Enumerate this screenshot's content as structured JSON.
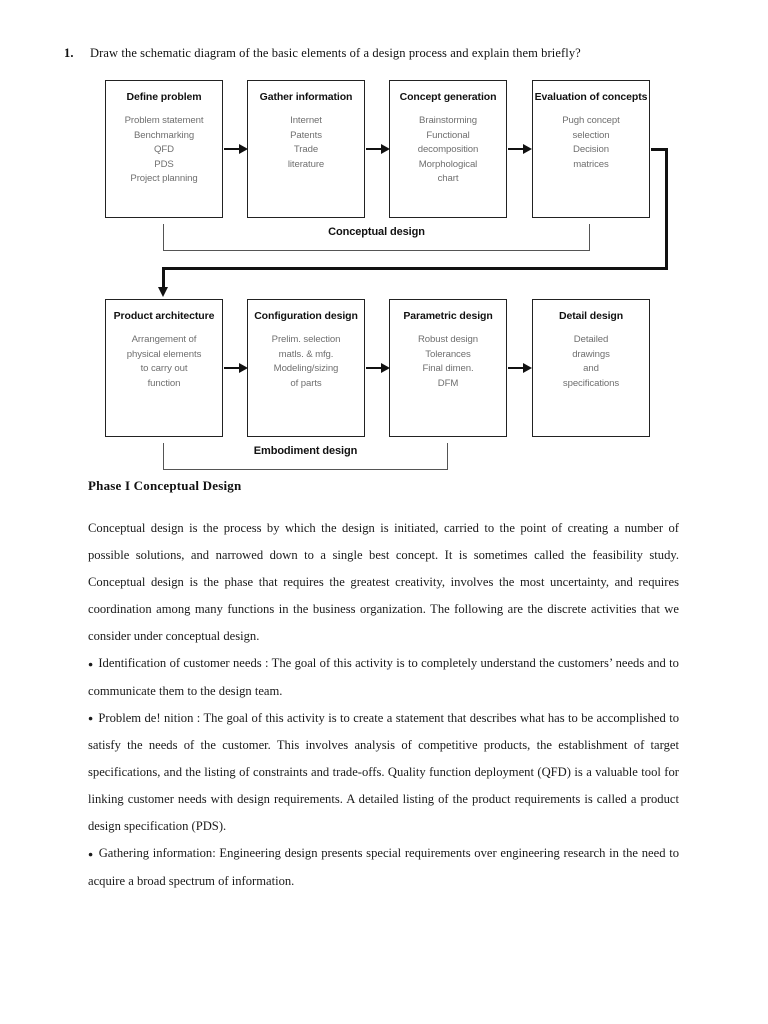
{
  "question": {
    "number": "1.",
    "text": "Draw the schematic diagram of the basic elements of a design process and explain them briefly?"
  },
  "diagram": {
    "row1": [
      {
        "title": "Define problem",
        "items": "Problem statement\nBenchmarking\nQFD\nPDS\nProject planning"
      },
      {
        "title": "Gather information",
        "items": "Internet\nPatents\nTrade\nliterature"
      },
      {
        "title": "Concept generation",
        "items": "Brainstorming\nFunctional\ndecomposition\nMorphological\nchart"
      },
      {
        "title": "Evaluation of concepts",
        "items": "Pugh concept\nselection\nDecision\nmatrices"
      }
    ],
    "row2": [
      {
        "title": "Product architecture",
        "items": "Arrangement of\nphysical elements\nto carry out\nfunction"
      },
      {
        "title": "Configuration design",
        "items": "Prelim. selection\nmatls. & mfg.\nModeling/sizing\nof parts"
      },
      {
        "title": "Parametric design",
        "items": "Robust design\nTolerances\nFinal dimen.\nDFM"
      },
      {
        "title": "Detail design",
        "items": "Detailed\ndrawings\nand\nspecifications"
      }
    ],
    "brackets": {
      "conceptual": "Conceptual design",
      "embodiment": "Embodiment design"
    }
  },
  "phase": {
    "heading": "Phase I Conceptual Design",
    "paragraphs": [
      "Conceptual design is the process by which the design is initiated, carried to the point of creating a number of possible solutions, and narrowed down to a single best concept. It is sometimes called the feasibility study. Conceptual design is the phase that requires the greatest creativity, involves the most uncertainty, and requires coordination among many functions in the business organization. The following are the discrete activities that we consider under conceptual design."
    ],
    "bullets": [
      "Identification of customer needs : The goal of this activity is to completely understand the customers’ needs and to communicate them to the design team.",
      "Problem de! nition : The goal of this activity is to create a statement that describes what has to be accomplished to satisfy the needs of the customer. This involves analysis of competitive products, the establishment of target specifications, and the listing of constraints and trade-offs. Quality function deployment (QFD) is a valuable tool for linking customer needs with design requirements. A detailed listing of the product requirements is called a product design specification (PDS).",
      "Gathering information: Engineering design presents special requirements over engineering research in the need to acquire a broad spectrum of information."
    ]
  },
  "colors": {
    "ink": "#1a1a1a",
    "box_border": "#222222",
    "box_body_text": "#6f6f6f",
    "bracket_line": "#555555",
    "page_background": "#ffffff"
  }
}
